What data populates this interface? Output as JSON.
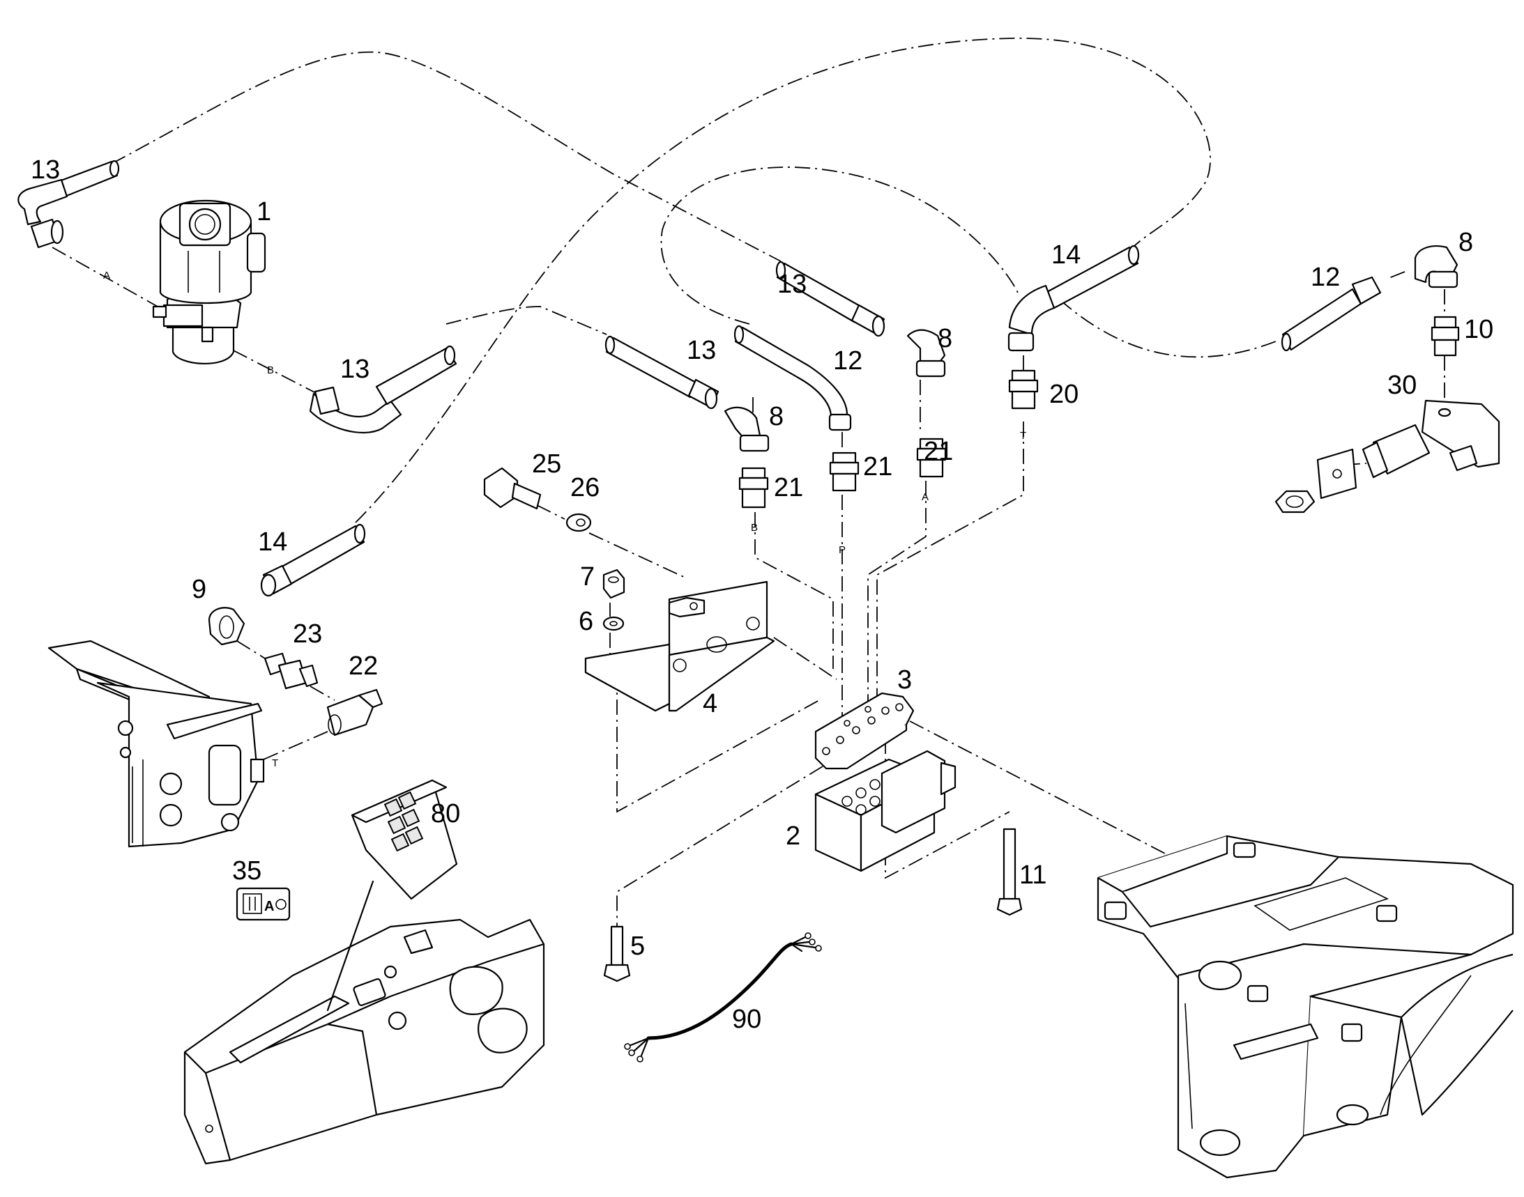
{
  "part_labels": [
    {
      "id": "1",
      "text": "1"
    },
    {
      "id": "2",
      "text": "2"
    },
    {
      "id": "3",
      "text": "3"
    },
    {
      "id": "4",
      "text": "4"
    },
    {
      "id": "5",
      "text": "5"
    },
    {
      "id": "6",
      "text": "6"
    },
    {
      "id": "7",
      "text": "7"
    },
    {
      "id": "8a",
      "text": "8"
    },
    {
      "id": "8b",
      "text": "8"
    },
    {
      "id": "8c",
      "text": "8"
    },
    {
      "id": "9",
      "text": "9"
    },
    {
      "id": "10",
      "text": "10"
    },
    {
      "id": "11",
      "text": "11"
    },
    {
      "id": "12a",
      "text": "12"
    },
    {
      "id": "12b",
      "text": "12"
    },
    {
      "id": "13a",
      "text": "13"
    },
    {
      "id": "13b",
      "text": "13"
    },
    {
      "id": "13c",
      "text": "13"
    },
    {
      "id": "13d",
      "text": "13"
    },
    {
      "id": "14a",
      "text": "14"
    },
    {
      "id": "14b",
      "text": "14"
    },
    {
      "id": "20",
      "text": "20"
    },
    {
      "id": "21a",
      "text": "21"
    },
    {
      "id": "21b",
      "text": "21"
    },
    {
      "id": "21c",
      "text": "21"
    },
    {
      "id": "22",
      "text": "22"
    },
    {
      "id": "23",
      "text": "23"
    },
    {
      "id": "25",
      "text": "25"
    },
    {
      "id": "26",
      "text": "26"
    },
    {
      "id": "30",
      "text": "30"
    },
    {
      "id": "35",
      "text": "35"
    },
    {
      "id": "80",
      "text": "80"
    },
    {
      "id": "90",
      "text": "90"
    }
  ],
  "port_labels": [
    {
      "id": "A_top",
      "text": "A"
    },
    {
      "id": "B_top",
      "text": "B"
    },
    {
      "id": "B_mid",
      "text": "B"
    },
    {
      "id": "P_mid",
      "text": "P"
    },
    {
      "id": "A_mid",
      "text": "A"
    },
    {
      "id": "T_mid",
      "text": "T"
    },
    {
      "id": "T_low",
      "text": "T"
    }
  ],
  "decal_35": {
    "text": "A"
  }
}
